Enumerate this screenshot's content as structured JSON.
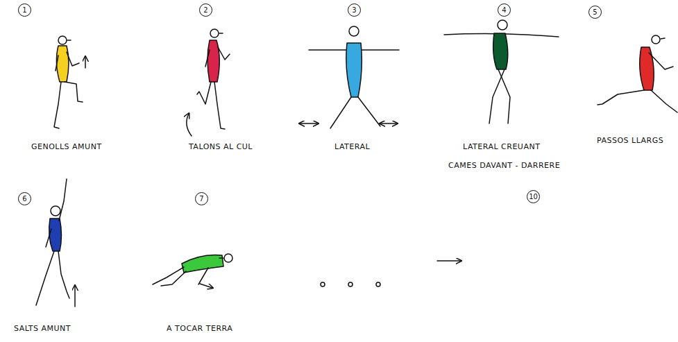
{
  "diagram": {
    "nodes": [
      {
        "text": [
          "1"
        ]
      },
      {
        "text": [
          "2"
        ]
      },
      {
        "text": [
          "3"
        ]
      },
      {
        "text": [
          "4"
        ]
      },
      {
        "text": [
          "5"
        ]
      },
      {
        "text": [
          "6"
        ]
      },
      {
        "text": [
          "7"
        ]
      },
      {
        "text": [
          "10"
        ]
      }
    ],
    "labels": [
      "GENOLLS AMUNT",
      "TALONS AL CUL",
      "LATERAL",
      "LATERAL CREUANT",
      "CAMES DAVANT - DARRERE",
      "PASSOS LLARGS",
      "SALTS AMUNT",
      "A TOCAR TERRA"
    ]
  }
}
